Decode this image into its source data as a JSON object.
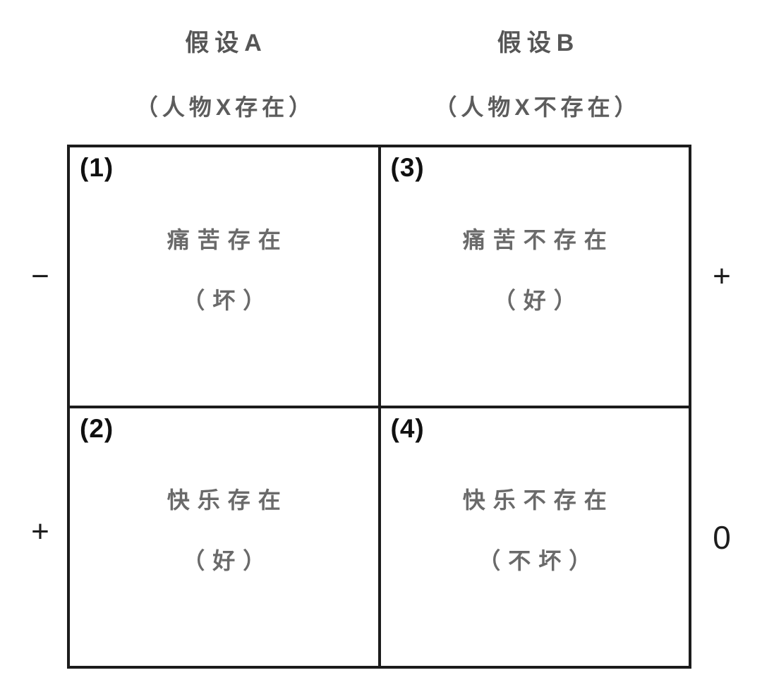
{
  "diagram": {
    "columns": [
      {
        "title": "假设A",
        "subtitle": "（人物X存在）"
      },
      {
        "title": "假设B",
        "subtitle": "（人物X不存在）"
      }
    ],
    "cells": [
      {
        "number": "(1)",
        "line1": "痛苦存在",
        "line2": "（坏）"
      },
      {
        "number": "(3)",
        "line1": "痛苦不存在",
        "line2": "（好）"
      },
      {
        "number": "(2)",
        "line1": "快乐存在",
        "line2": "（好）"
      },
      {
        "number": "(4)",
        "line1": "快乐不存在",
        "line2": "（不坏）"
      }
    ],
    "side_labels": {
      "left_top": "−",
      "left_bottom": "+",
      "right_top": "+",
      "right_bottom": "0"
    },
    "colors": {
      "background": "#ffffff",
      "grid_line": "#1c1c1c",
      "number_text": "#111111",
      "cell_text": "#6a6a6a",
      "header_text": "#565656",
      "symbol_text": "#1d1d1d"
    }
  }
}
